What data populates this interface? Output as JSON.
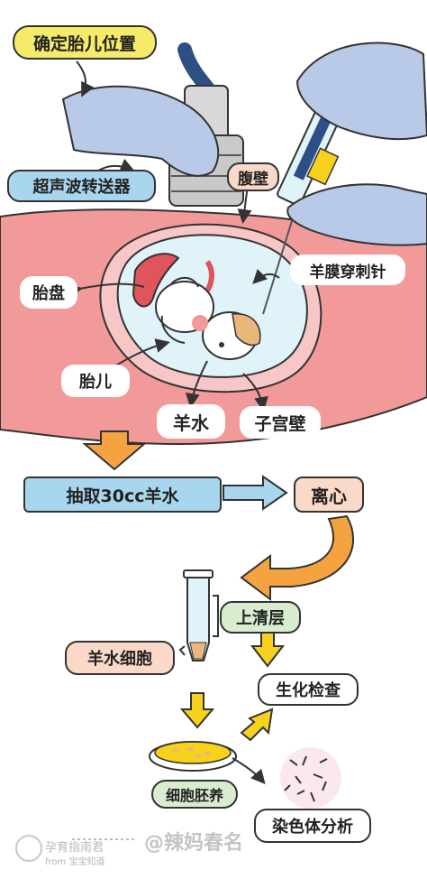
{
  "labels": {
    "fetal_position": "确定胎儿位置",
    "ultrasound": "超声波转送器",
    "abdominal_wall": "腹壁",
    "needle": "羊膜穿刺针",
    "placenta": "胎盘",
    "fetus": "胎儿",
    "amniotic_fluid": "羊水",
    "uterine_wall": "子宫壁",
    "extract": "抽取30cc羊水",
    "centrifuge": "离心",
    "supernatant": "上清层",
    "amniotic_cells": "羊水细胞",
    "biochem": "生化检查",
    "culture": "细胞胚养",
    "chromosome": "染色体分析"
  },
  "watermark": {
    "logo_main": "孕育指南君",
    "logo_sub": "from 宝宝知道",
    "author": "@辣妈春名"
  },
  "colors": {
    "skin": "#f29a9a",
    "amniotic_sac": "#dff3f8",
    "glove": "#b9c9e8",
    "arrow_orange": "#f5a340",
    "arrow_yellow": "#f6d21d",
    "box_blue": "#a8d6ef",
    "box_peach": "#fbd9c8",
    "box_green": "#d8eccf"
  }
}
